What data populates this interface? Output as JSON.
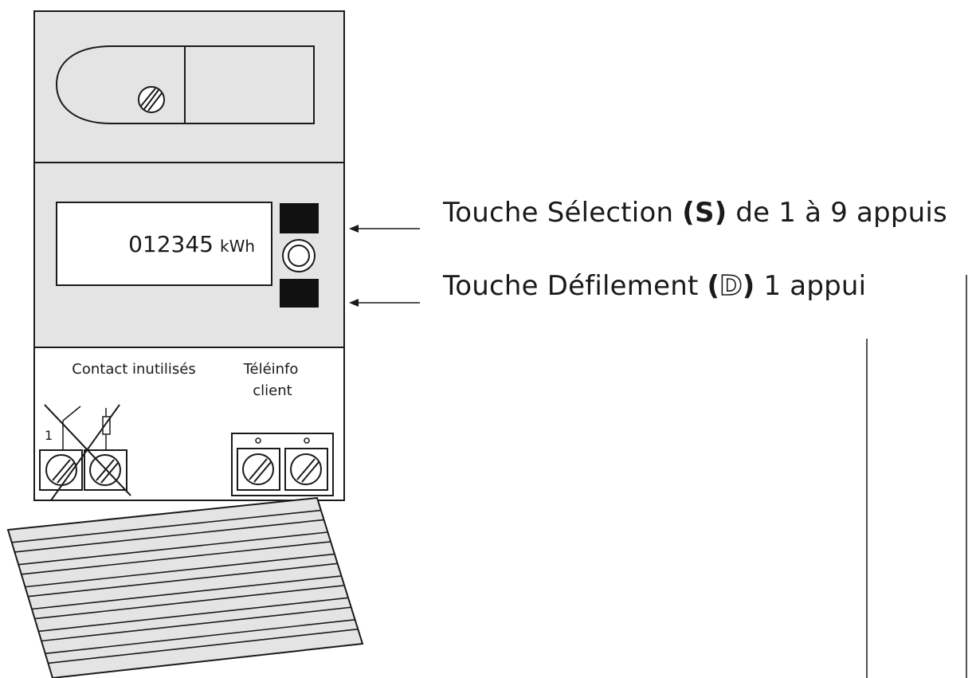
{
  "display": {
    "reading": "012345",
    "unit": "kWh"
  },
  "terminals": {
    "unused_label": "Contact inutilisés",
    "teleinfo_label_line1": "Téléinfo",
    "teleinfo_label_line2": "client",
    "terminal_number": "1"
  },
  "callouts": {
    "selection": {
      "prefix": "Touche Sélection ",
      "paren_open": "(",
      "letter": "S",
      "paren_close": ")",
      "suffix": " de 1 à 9 appuis"
    },
    "scroll": {
      "prefix": "Touche Défilement ",
      "paren_open": "(",
      "letter": "D",
      "paren_close": ")",
      "suffix": " 1 appui"
    }
  },
  "colors": {
    "housing": "#e4e4e4",
    "outline": "#1a1a1a",
    "screen": "#ffffff",
    "buttons": "#111111"
  }
}
